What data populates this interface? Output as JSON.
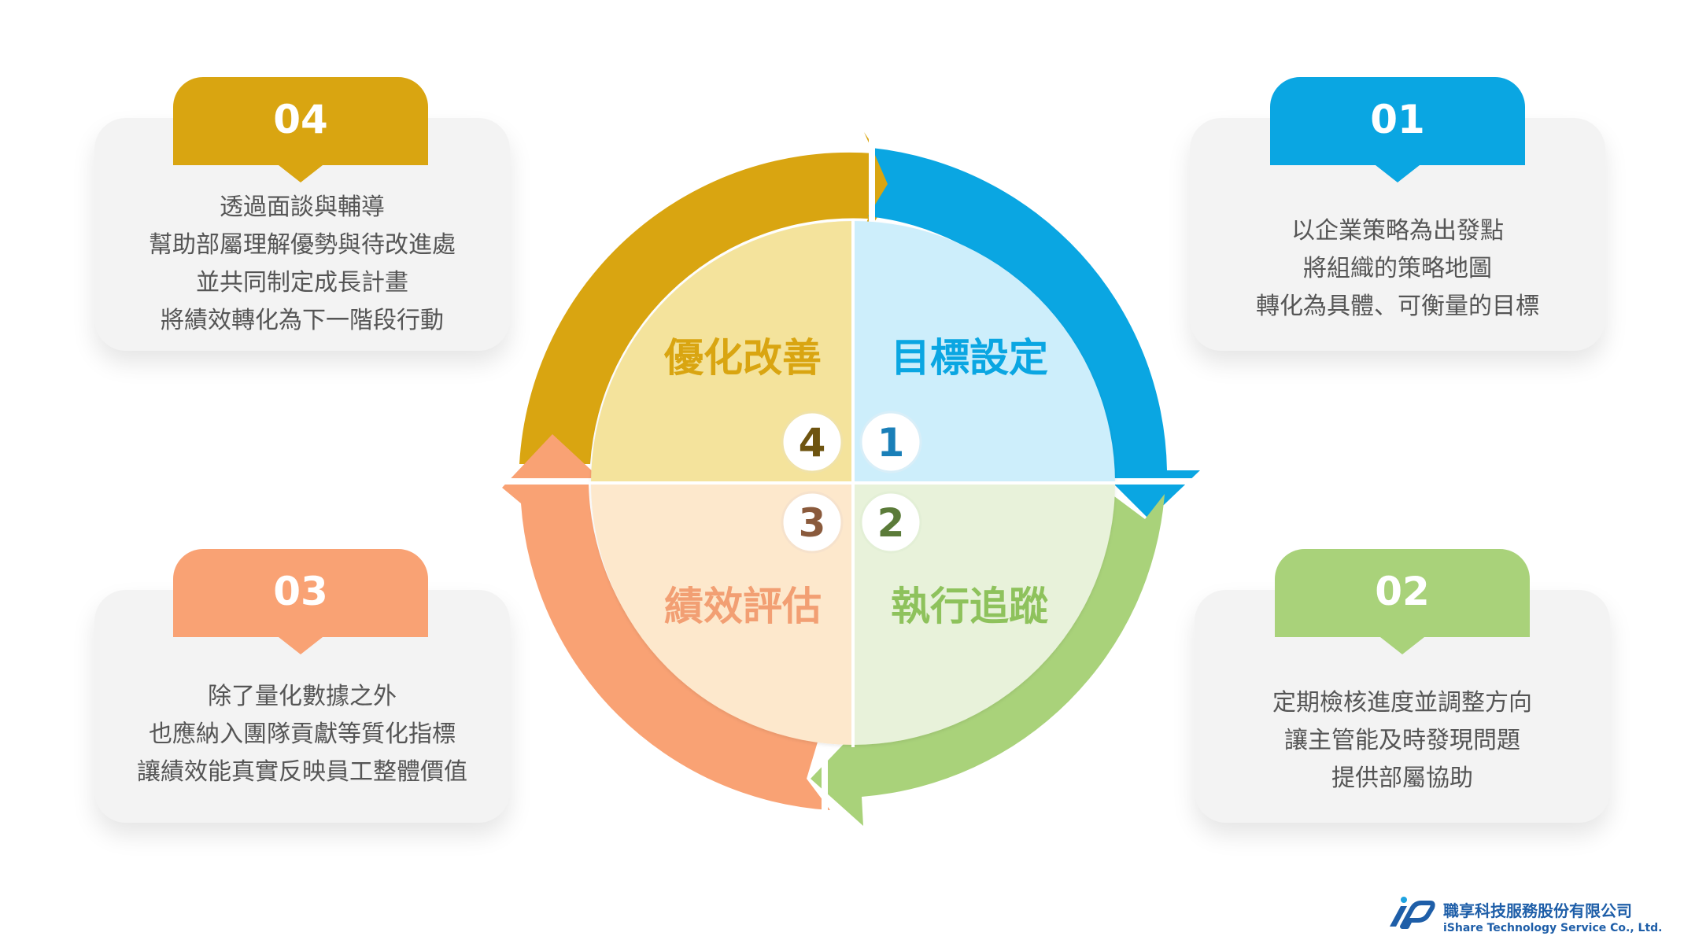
{
  "colors": {
    "blue": "#0aa6e2",
    "green": "#a9d27a",
    "orange": "#f9a274",
    "gold": "#d9a511",
    "blue_light": "#cdeefb",
    "green_light": "#e8f2da",
    "orange_light": "#fde8cc",
    "gold_light": "#f4e39c"
  },
  "quadrants": [
    {
      "number": "1",
      "label": "目標設定"
    },
    {
      "number": "2",
      "label": "執行追蹤"
    },
    {
      "number": "3",
      "label": "績效評估"
    },
    {
      "number": "4",
      "label": "優化改善"
    }
  ],
  "cards": {
    "c01": {
      "number": "01",
      "lines": [
        "以企業策略為出發點",
        "將組織的策略地圖",
        "轉化為具體、可衡量的目標"
      ]
    },
    "c02": {
      "number": "02",
      "lines": [
        "定期檢核進度並調整方向",
        "讓主管能及時發現問題",
        "提供部屬協助"
      ]
    },
    "c03": {
      "number": "03",
      "lines": [
        "除了量化數據之外",
        "也應納入團隊貢獻等質化指標",
        "讓績效能真實反映員工整體價值"
      ]
    },
    "c04": {
      "number": "04",
      "lines": [
        "透過面談與輔導",
        "幫助部屬理解優勢與待改進處",
        "並共同制定成長計畫",
        "將績效轉化為下一階段行動"
      ]
    }
  },
  "logo": {
    "icon": "ishare-logo-icon",
    "name_cn": "職享科技服務股份有限公司",
    "name_en": "iShare Technology Service Co., Ltd."
  }
}
